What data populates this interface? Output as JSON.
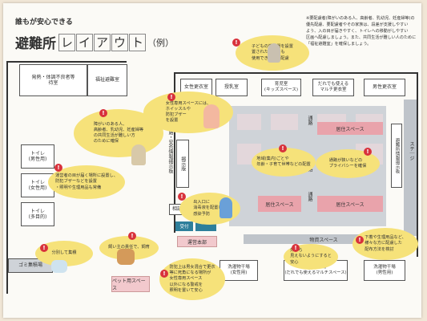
{
  "header": {
    "subtitle": "誰もが安心できる",
    "title_main": "避難所",
    "title_katakana": [
      "レ",
      "イ",
      "ア",
      "ウ",
      "ト"
    ],
    "title_example": "（例）"
  },
  "notes": {
    "lines": [
      "※要配慮者(障がいのある人、高齢者、乳幼児、妊産婦等)の",
      "優先配慮、要配慮者やその家族は、段差が支援しやすい",
      "よう、入の目が届きやすく、トイレへの移動がしやすい",
      "区画へ配慮しましょう。また、共同生活が難しい人のために",
      "「福祉避難室」を確保しましょう。"
    ]
  },
  "rooms": {
    "fever": "発熱・体調不良者等\n待室",
    "welfare": "福祉避難室",
    "toilet_male": "トイレ\n(男性用)",
    "toilet_female": "トイレ\n(女性用)",
    "toilet_multi": "トイレ\n(多目的)",
    "female_change": "女性更衣室",
    "nursing": "授乳室",
    "kids": "育児室\n(キッズスペース)",
    "universal": "だれでも使える\nマルチ更衣室",
    "male_change": "男性更衣室",
    "info_board": "掲示版",
    "consult": "相談室",
    "reception": "受付",
    "hq": "運営本部",
    "garbage": "ゴミ集積場",
    "pet": "ペット用スペース",
    "laundry_female": "洗濯物干場\n(女性用)",
    "laundry_universal": "洗濯物干場\n(だれでも使えるマルチスペース)",
    "laundry_male": "洗濯物干場\n(男性用)",
    "stage": "ステ｜ジ",
    "evac_info": "避難所情報掲示板",
    "corridor_left": "通路・安否情報掲示板",
    "goods": "物資スペース"
  },
  "zones": {
    "living": "居住スペース",
    "path": "通路"
  },
  "bubbles": {
    "kids_note": "子どもの遊び場を設置\n置された場合にも\n使用できるよう配慮",
    "women_safety": "女性専用スペースには、\nホイッスルや\n防犯ブザー\nを設置",
    "elderly": "障がいのある人、\n高齢者、乳幼児、妊産婦等\nの共同生活が難しい方\nのために確保",
    "toilet_safety": "運営者の目が届く場所に設置し、\n防犯ブザーなどを設置\n・照明や生理用品も常備",
    "partition": "通路が狭いなどの\nプライバシーを確保",
    "region": "地域(集内)ごとや\n年齢・子育て世帯などの配置",
    "exit": "出入口に\n消毒液を配置し、\n感染予防",
    "waste": "分別して集積",
    "pet_note": "飼い主の責任で、飼育",
    "night": "防犯上は男女混合で更衣\n等に死角になる場所が\n女性専用スペース\n以外になる警戒を\n照明を置いて安心",
    "goods_note": "下着や生理用品など、\n様々な方に配慮した\n配布方法を検討",
    "outside": "外から\n見えないようにすると\n安心"
  }
}
